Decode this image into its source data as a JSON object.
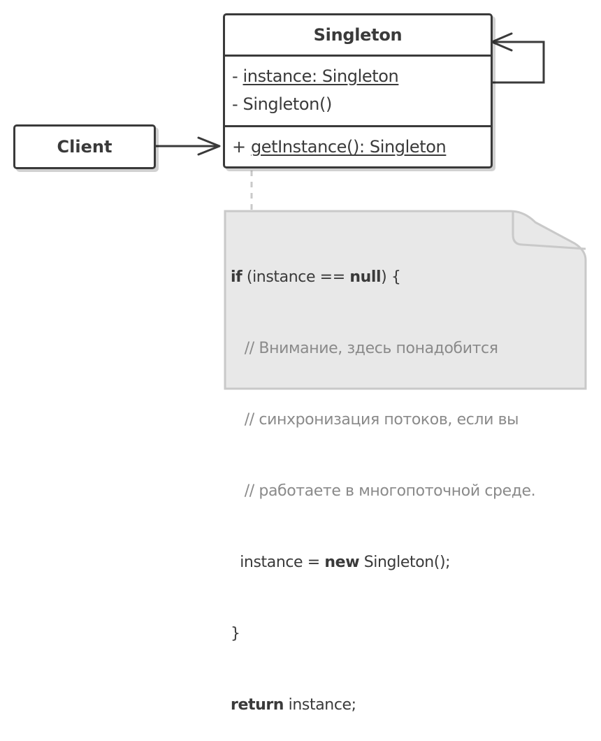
{
  "singleton_class": {
    "name": "Singleton",
    "fields": [
      {
        "prefix": "- ",
        "text": "instance: Singleton",
        "underlined": true
      },
      {
        "prefix": "- ",
        "text": "Singleton()",
        "underlined": false
      }
    ],
    "methods": [
      {
        "prefix": "+ ",
        "text": "getInstance(): Singleton",
        "underlined": true
      }
    ]
  },
  "client": {
    "name": "Client"
  },
  "note": {
    "line1": {
      "kw1": "if",
      "mid": " (instance == ",
      "kw2": "null",
      "end": ") {"
    },
    "line2": "// Внимание, здесь понадобится",
    "line3": "// синхронизация потоков, если вы",
    "line4": "// работаете в многопоточной среде.",
    "line5": {
      "pre": "instance = ",
      "kw": "new",
      "post": " Singleton();"
    },
    "line6": "}",
    "line7": {
      "kw": "return",
      "post": " instance;"
    }
  },
  "colors": {
    "stroke": "#3a3a3a",
    "note_fill": "#e8e8e8",
    "note_border": "#c9c9c9",
    "comment": "#8a8a8a"
  }
}
